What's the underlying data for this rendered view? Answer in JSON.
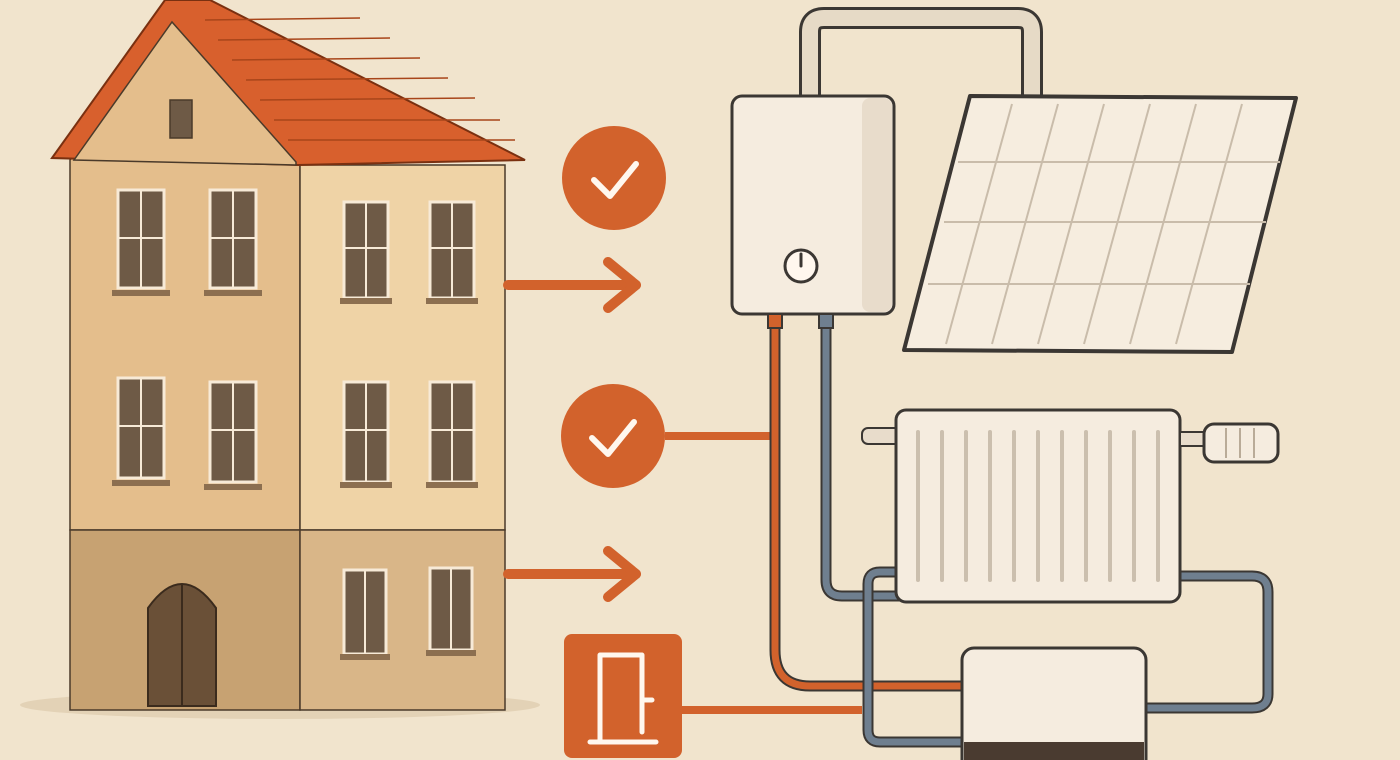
{
  "colors": {
    "background": "#f1e4cd",
    "accent": "#d2622c",
    "outline": "#3b3733",
    "wall_upper": "#e9c79a",
    "wall_upper_side": "#f1d6ad",
    "wall_lower": "#c8a57a",
    "roof": "#d8602d",
    "appliance": "#f5ecdf",
    "return_pipe": "#6f7f8f",
    "supply_pipe": "#d2622c"
  },
  "diagram": {
    "house": {
      "icon": "house-icon"
    },
    "connectors": [
      {
        "id": "check-1",
        "icon": "checkmark-icon",
        "target": "boiler"
      },
      {
        "id": "check-2",
        "icon": "checkmark-icon",
        "target": "supply-pipe"
      },
      {
        "id": "arrow-1",
        "icon": "arrow-right-icon",
        "target": "boiler"
      },
      {
        "id": "arrow-2",
        "icon": "arrow-right-icon",
        "target": "radiator"
      },
      {
        "id": "meter",
        "icon": "meter-icon",
        "target": "heat-pump-unit"
      }
    ],
    "equipment": [
      {
        "id": "boiler",
        "icon": "boiler-icon"
      },
      {
        "id": "solar-panel",
        "icon": "solar-panel-icon"
      },
      {
        "id": "radiator",
        "icon": "radiator-icon"
      },
      {
        "id": "heat-pump-unit",
        "icon": "heat-pump-icon"
      }
    ]
  }
}
